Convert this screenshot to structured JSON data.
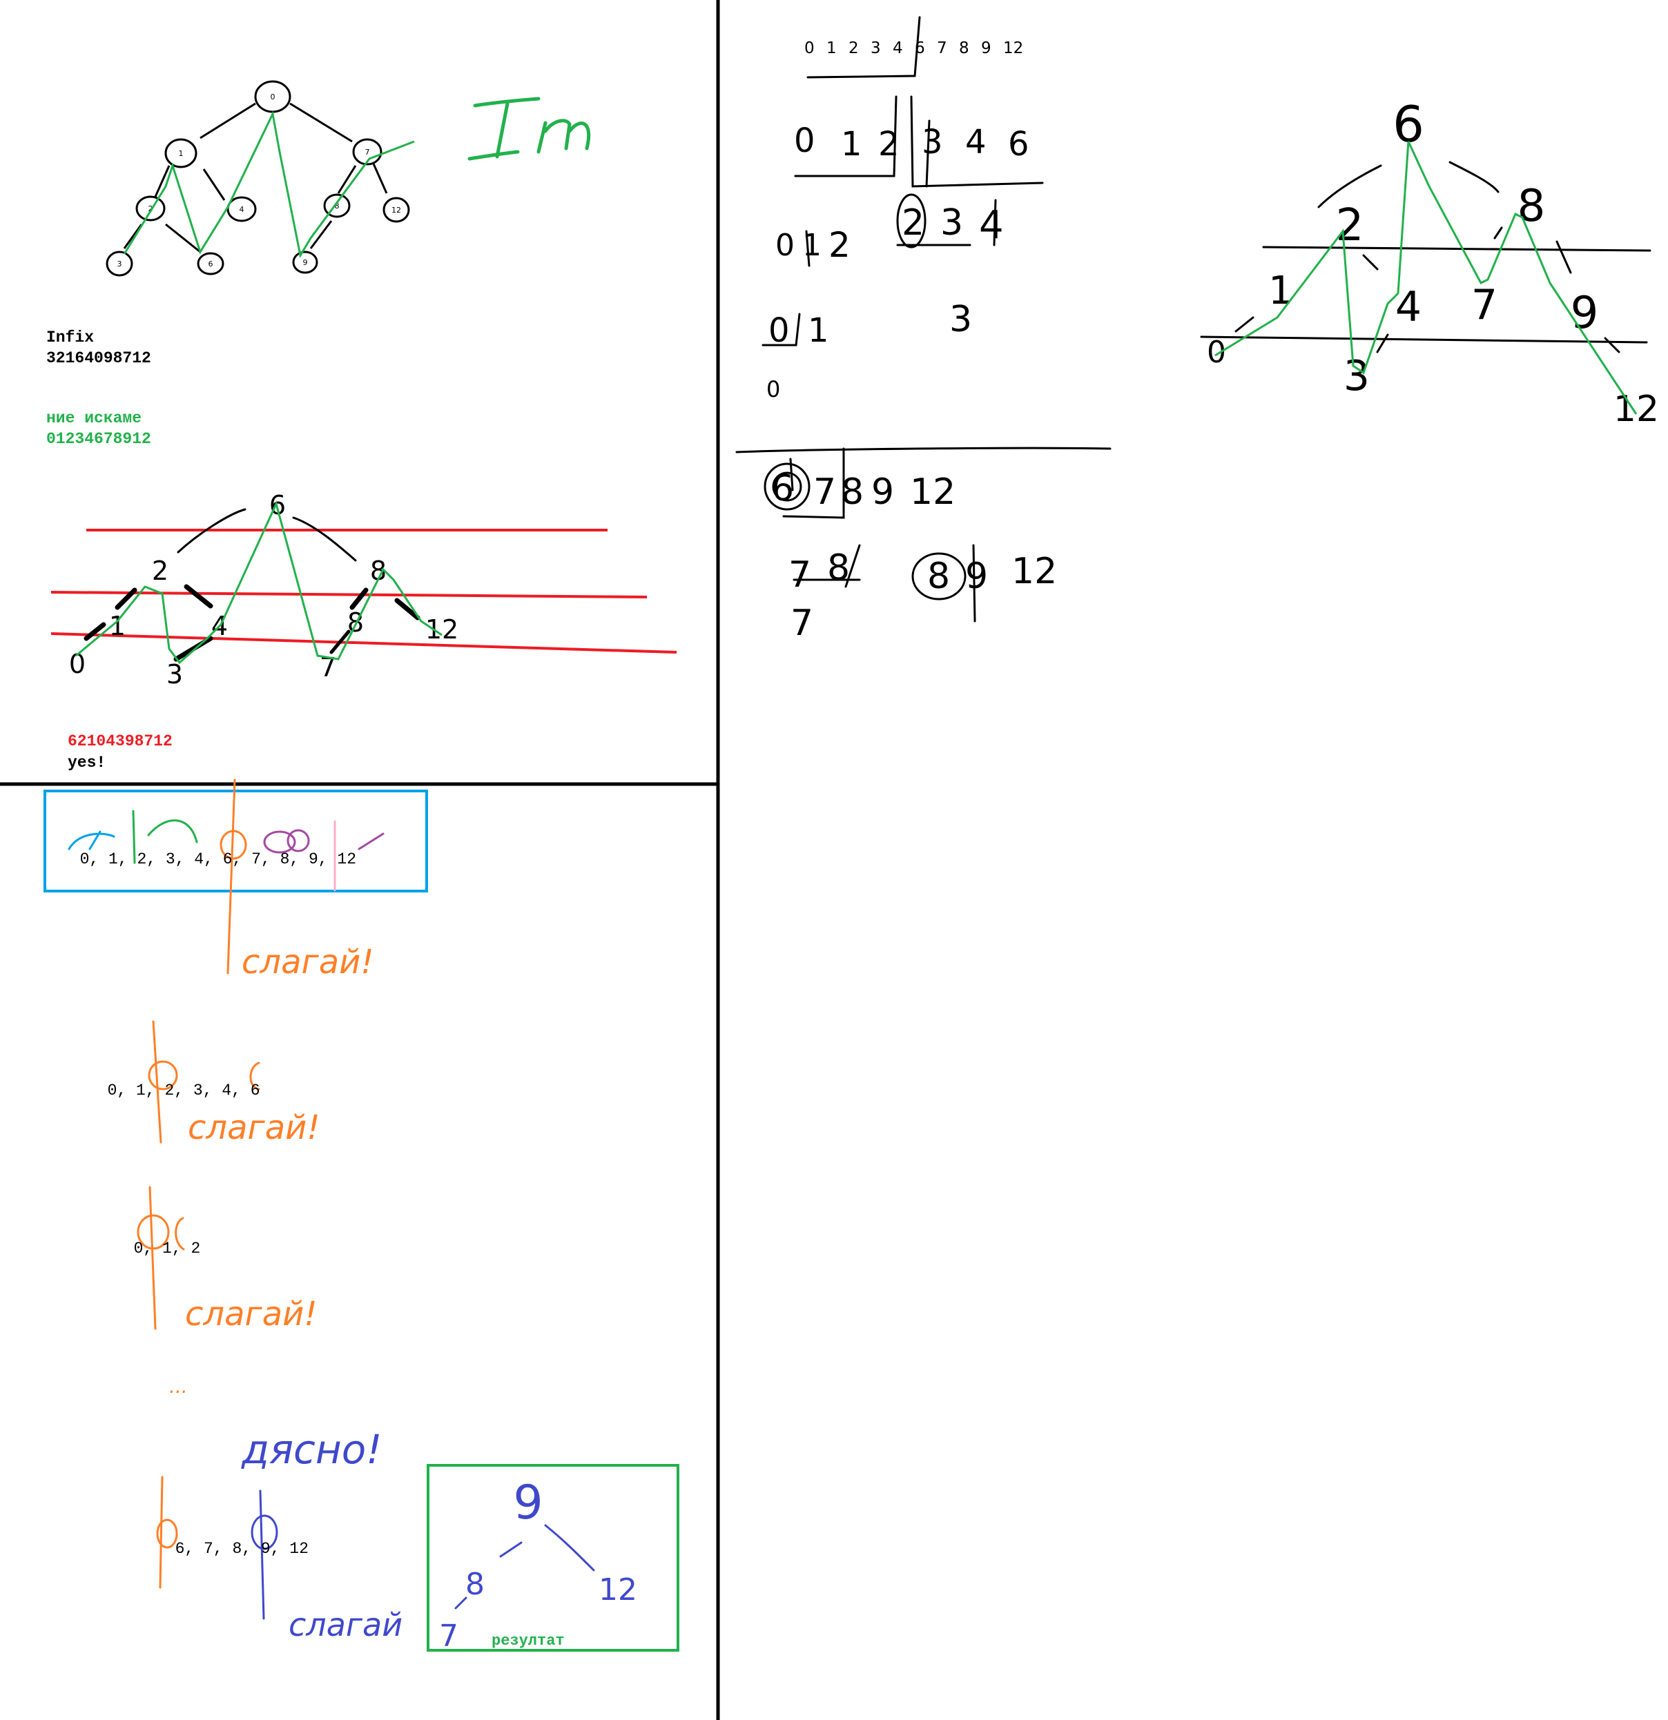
{
  "colors": {
    "ink": "#000000",
    "green": "#22b14c",
    "red": "#ed1c24",
    "blue": "#3f48cc",
    "cyan": "#00a2e8",
    "orange": "#ff7f27",
    "purple": "#a349a4",
    "pink": "#ffaec9"
  },
  "top_left": {
    "tree_nodes": [
      "0",
      "1",
      "7",
      "2",
      "4",
      "8",
      "12",
      "3",
      "6",
      "9"
    ],
    "in_label": "In",
    "infix_title": "Infix",
    "infix_value": "32164098712",
    "search_title": "ние искаме",
    "search_value": "01234678912",
    "tree2_nodes": [
      "6",
      "2",
      "8",
      "1",
      "4",
      "8",
      "12",
      "0",
      "3",
      "7"
    ],
    "preorder_value": "62104398712",
    "answer": "yes!"
  },
  "bottom_left": {
    "seq_full": [
      "0",
      "1",
      "2",
      "3",
      "4",
      "6",
      "7",
      "8",
      "9",
      "12"
    ],
    "step1_word": "слагай!",
    "seq_left": [
      "0",
      "1",
      "2",
      "3",
      "4",
      "6"
    ],
    "step2_word": "слагай!",
    "seq_small": [
      "0",
      "1",
      "2"
    ],
    "step3_word": "слагай!",
    "ellipsis": "...",
    "right_word": "дясно!",
    "seq_right": [
      "6",
      "7",
      "8",
      "9",
      "12"
    ],
    "step4_word": "слагай",
    "result_nodes": [
      "9",
      "8",
      "12",
      "7"
    ],
    "result_label": "резултат"
  },
  "right": {
    "header_seq": [
      "0",
      "1",
      "2",
      "3",
      "4",
      "6",
      "7",
      "8",
      "9",
      "12"
    ],
    "row1": [
      "0",
      "1",
      "2",
      "3",
      "4",
      "6"
    ],
    "row2_left": [
      "0",
      "1",
      "2"
    ],
    "row2_right": [
      "2",
      "3",
      "4"
    ],
    "row3_left": [
      "0",
      "1"
    ],
    "row3_right": "3",
    "row3_bottom": "0",
    "row4": [
      "6",
      "7",
      "8",
      "9",
      "12"
    ],
    "row5_left": [
      "7",
      "8"
    ],
    "row5_right": [
      "8",
      "9",
      "12"
    ],
    "row6": "7",
    "tree_nodes": [
      "6",
      "2",
      "8",
      "1",
      "4",
      "7",
      "9",
      "0",
      "3",
      "12"
    ]
  }
}
